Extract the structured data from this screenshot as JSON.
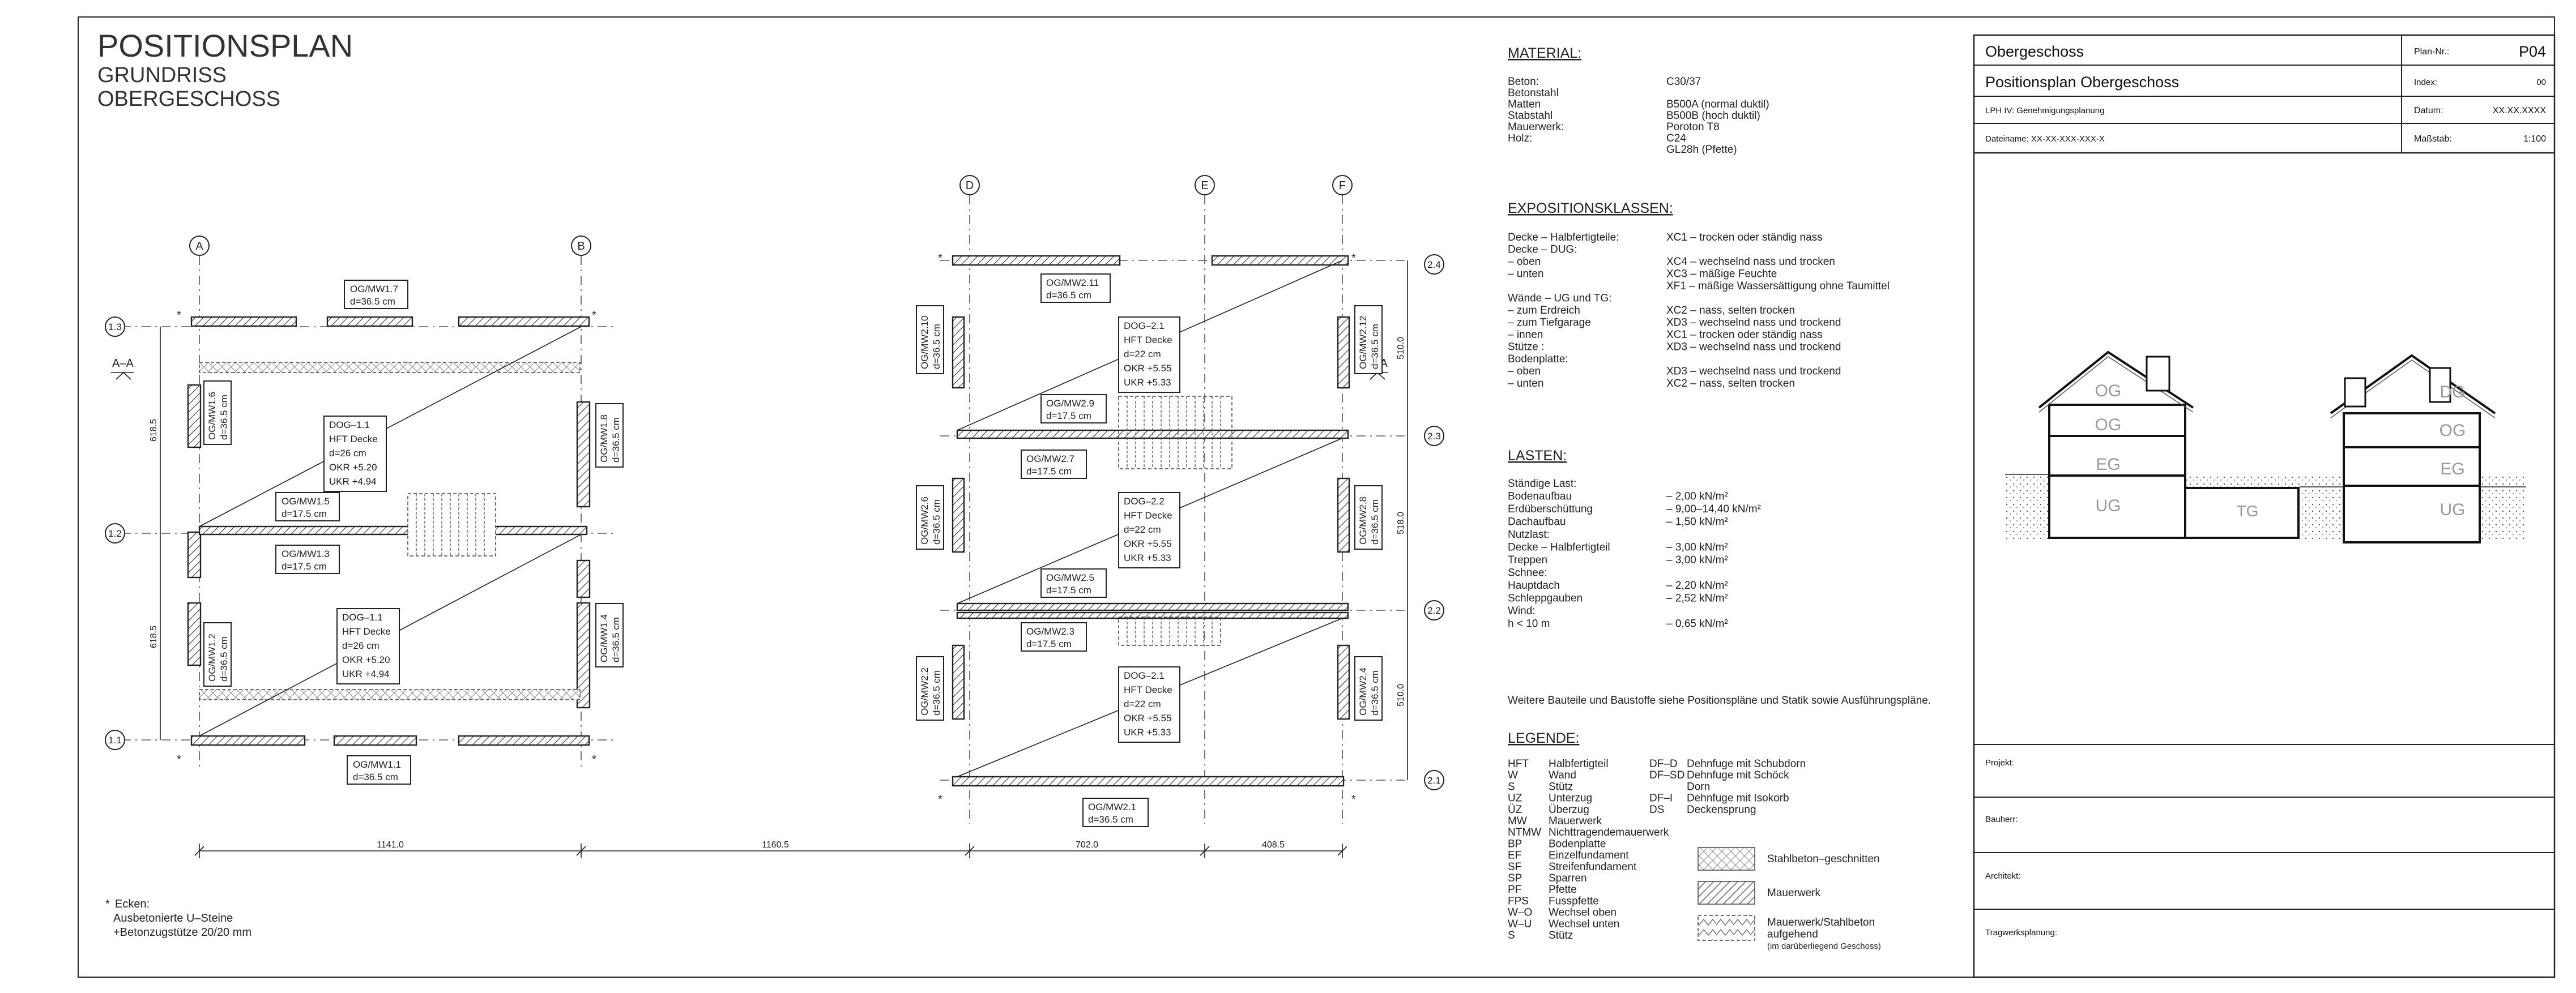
{
  "title": {
    "main": "POSITIONSPLAN",
    "sub1": "GRUNDRISS",
    "sub2": "OBERGESCHOSS"
  },
  "grid_axes": {
    "a": "A",
    "b": "B",
    "d": "D",
    "e": "E",
    "f": "F",
    "r11": "1.1",
    "r12": "1.2",
    "r13": "1.3",
    "r21": "2.1",
    "r22": "2.2",
    "r23": "2.3",
    "r24": "2.4"
  },
  "section_mark": "A–A",
  "star": "*",
  "dims": {
    "d1": "1141.0",
    "d2": "1160.5",
    "d3": "702.0",
    "d4": "408.5",
    "v1": "618.5",
    "v2": "618.5",
    "v3": "510.0",
    "v4": "518.0",
    "v5": "510.0"
  },
  "walls": {
    "mw1_7": [
      "OG/MW1.7",
      "d=36.5 cm"
    ],
    "mw1_1": [
      "OG/MW1.1",
      "d=36.5 cm"
    ],
    "mw1_5": [
      "OG/MW1.5",
      "d=17.5 cm"
    ],
    "mw1_3": [
      "OG/MW1.3",
      "d=17.5 cm"
    ],
    "mw1_6": [
      "OG/MW1.6",
      "d=36.5 cm"
    ],
    "mw1_8": [
      "OG/MW1.8",
      "d=36.5 cm"
    ],
    "mw1_2": [
      "OG/MW1.2",
      "d=36.5 cm"
    ],
    "mw1_4": [
      "OG/MW1.4",
      "d=36.5 cm"
    ],
    "mw2_11": [
      "OG/MW2.11",
      "d=36.5 cm"
    ],
    "mw2_9": [
      "OG/MW2.9",
      "d=17.5 cm"
    ],
    "mw2_7": [
      "OG/MW2.7",
      "d=17.5 cm"
    ],
    "mw2_5": [
      "OG/MW2.5",
      "d=17.5 cm"
    ],
    "mw2_3": [
      "OG/MW2.3",
      "d=17.5 cm"
    ],
    "mw2_1": [
      "OG/MW2.1",
      "d=36.5 cm"
    ],
    "mw2_10": [
      "OG/MW2.10",
      "d=36.5 cm"
    ],
    "mw2_12": [
      "OG/MW2.12",
      "d=36.5 cm"
    ],
    "mw2_6": [
      "OG/MW2.6",
      "d=36.5 cm"
    ],
    "mw2_8": [
      "OG/MW2.8",
      "d=36.5 cm"
    ],
    "mw2_2": [
      "OG/MW2.2",
      "d=36.5 cm"
    ],
    "mw2_4": [
      "OG/MW2.4",
      "d=36.5 cm"
    ]
  },
  "slabs": {
    "s1_1a": [
      "DOG–1.1",
      "HFT Decke",
      "d=26  cm",
      "OKR  +5.20",
      "UKR  +4.94"
    ],
    "s1_1b": [
      "DOG–1.1",
      "HFT Decke",
      "d=26  cm",
      "OKR  +5.20",
      "UKR  +4.94"
    ],
    "s2_1a": [
      "DOG–2.1",
      "HFT Decke",
      "d=22  cm",
      "OKR  +5.55",
      "UKR  +5.33"
    ],
    "s2_2": [
      "DOG–2.2",
      "HFT Decke",
      "d=22  cm",
      "OKR  +5.55",
      "UKR  +5.33"
    ],
    "s2_1b": [
      "DOG–2.1",
      "HFT Decke",
      "d=22  cm",
      "OKR  +5.55",
      "UKR  +5.33"
    ]
  },
  "ecken_note": [
    "Ecken:",
    "Ausbetonierte U–Steine",
    "+Betonzugstütze 20/20 mm"
  ],
  "material": {
    "heading": "MATERIAL:",
    "rows": [
      [
        "Beton:",
        "C30/37"
      ],
      [
        "Betonstahl",
        ""
      ],
      [
        "   Matten",
        "B500A  (normal duktil)"
      ],
      [
        "   Stabstahl",
        "B500B  (hoch duktil)"
      ],
      [
        "Mauerwerk:",
        "Poroton T8"
      ],
      [
        "Holz:",
        "C24"
      ],
      [
        "",
        "GL28h   (Pfette)"
      ]
    ]
  },
  "exposition": {
    "heading": "EXPOSITIONSKLASSEN:",
    "rows": [
      [
        "Decke  –  Halbfertigteile:",
        "XC1  –  trocken oder ständig nass"
      ],
      [
        "Decke  –  DUG:",
        ""
      ],
      [
        "  –  oben",
        "XC4  –  wechselnd nass und trocken"
      ],
      [
        "  –  unten",
        "XC3  –  mäßige Feuchte"
      ],
      [
        "",
        "XF1  –  mäßige Wassersättigung ohne Taumittel"
      ],
      [
        "Wände  –  UG  und TG:",
        ""
      ],
      [
        "  –  zum Erdreich",
        "XC2  –  nass, selten trocken"
      ],
      [
        "  –  zum Tiefgarage",
        "XD3  –  wechselnd nass und trockend"
      ],
      [
        "  –  innen",
        "XC1  –  trocken oder ständig nass"
      ],
      [
        "Stütze  :",
        "XD3  –  wechselnd nass und trockend"
      ],
      [
        "Bodenplatte:",
        ""
      ],
      [
        "  –  oben",
        "XD3  –  wechselnd nass und trockend"
      ],
      [
        "  –  unten",
        "XC2  –  nass, selten trocken"
      ]
    ]
  },
  "lasten": {
    "heading": "LASTEN:",
    "rows": [
      [
        "Ständige Last:",
        ""
      ],
      [
        "   Bodenaufbau",
        "–    2,00  kN/m²"
      ],
      [
        "   Erdüberschüttung",
        "–    9,00–14,40  kN/m²"
      ],
      [
        "   Dachaufbau",
        "–    1,50  kN/m²"
      ],
      [
        "Nutzlast:",
        ""
      ],
      [
        "   Decke  –  Halbfertigteil",
        "–    3,00  kN/m²"
      ],
      [
        "   Treppen",
        "–    3,00  kN/m²"
      ],
      [
        "Schnee:",
        ""
      ],
      [
        "   Hauptdach",
        "–    2,20  kN/m²"
      ],
      [
        "   Schleppgauben",
        "–    2,52  kN/m²"
      ],
      [
        "Wind:",
        ""
      ],
      [
        "   h  <  10  m",
        "–    0,65  kN/m²"
      ]
    ],
    "note": "Weitere Bauteile und Baustoffe siehe Positionspläne und Statik sowie Ausführungspläne."
  },
  "legende": {
    "heading": "LEGENDE:",
    "left": [
      [
        "HFT",
        "Halbfertigteil"
      ],
      [
        "W",
        "Wand"
      ],
      [
        "S",
        "Stütz"
      ],
      [
        "UZ",
        "Unterzug"
      ],
      [
        "ÜZ",
        "Überzug"
      ],
      [
        "MW",
        "Mauerwerk"
      ],
      [
        "NTMW",
        "Nichttragendemauerwerk"
      ],
      [
        "BP",
        "Bodenplatte"
      ],
      [
        "EF",
        "Einzelfundament"
      ],
      [
        "SF",
        "Streifenfundament"
      ],
      [
        "SP",
        "Sparren"
      ],
      [
        "PF",
        "Pfette"
      ],
      [
        "FPS",
        "Fusspfette"
      ],
      [
        "W–O",
        "Wechsel oben"
      ],
      [
        "W–U",
        "Wechsel unten"
      ],
      [
        "S",
        "Stütz"
      ]
    ],
    "right": [
      [
        "DF–D",
        "Dehnfuge mit Schubdorn"
      ],
      [
        "DF–SD",
        "Dehnfuge mit Schöck"
      ],
      [
        "",
        "Dorn"
      ],
      [
        "DF–I",
        "Dehnfuge mit Isokorb"
      ],
      [
        "DS",
        "Deckensprung"
      ]
    ],
    "symbols": {
      "stahlbeton": "Stahlbeton–geschnitten",
      "mauerwerk": "Mauerwerk",
      "aufgehend1": "Mauerwerk/Stahlbeton",
      "aufgehend2": "aufgehend",
      "aufgehend3": "(im darüberliegend Geschoss)"
    }
  },
  "section_labels": {
    "og_l": "OG",
    "og2_l": "OG",
    "eg_l": "EG",
    "ug_l": "UG",
    "tg": "TG",
    "dg_r": "DG",
    "og_r": "OG",
    "eg_r": "EG",
    "ug_r": "UG"
  },
  "titleblock": {
    "geschoss": "Obergeschoss",
    "plan_nr_label": "Plan-Nr.:",
    "plan_nr": "P04",
    "plan_title": "Positionsplan Obergeschoss",
    "index_label": "Index:",
    "index": "00",
    "lph": "LPH IV: Genehmigungsplanung",
    "datum_label": "Datum:",
    "datum": "XX.XX.XXXX",
    "dateiname": "Dateiname: XX-XX-XXX-XXX-X",
    "massstab_label": "Maßstab:",
    "massstab": "1:100",
    "projekt": "Projekt:",
    "bauherr": "Bauherr:",
    "architekt": "Architekt:",
    "tragwerk": "Tragwerksplanung:"
  }
}
